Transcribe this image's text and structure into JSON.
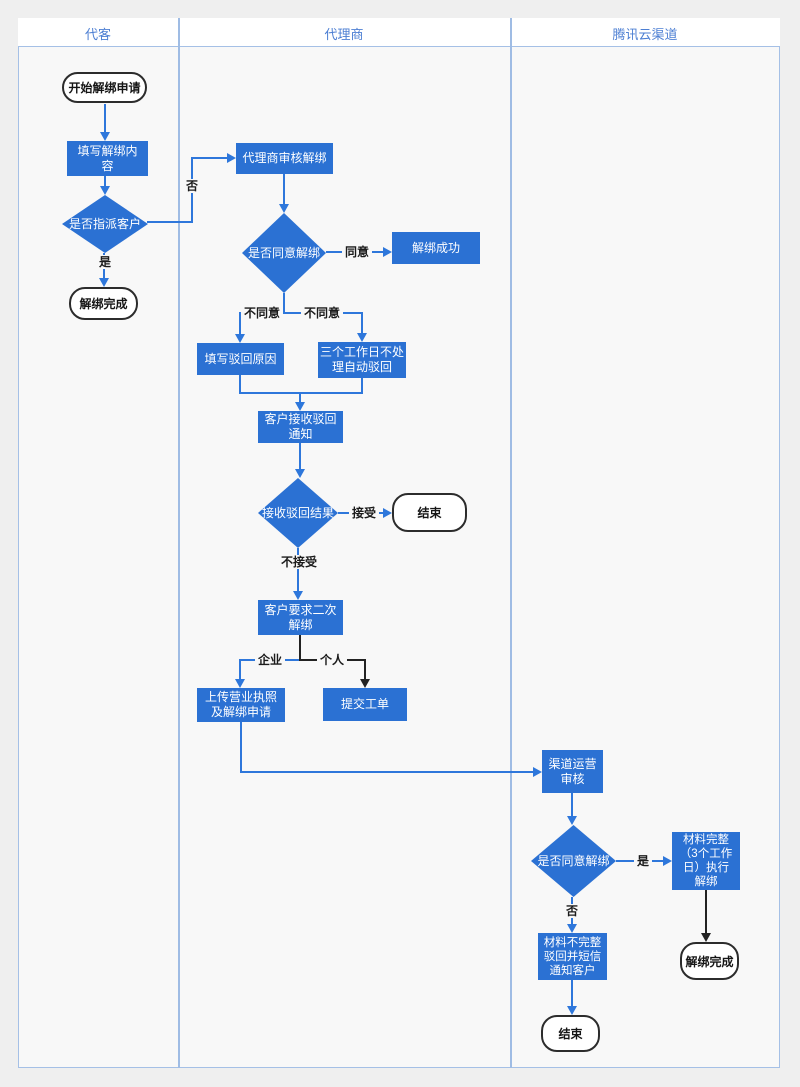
{
  "header": {
    "lanes": [
      "代客",
      "代理商",
      "腾讯云渠道"
    ]
  },
  "nodes": {
    "start": "开始解绑申请",
    "fill_content": "填写解绑内\n容",
    "assign_decision": "是否指派客户",
    "unbind_done_1": "解绑完成",
    "agent_review": "代理商审核解绑",
    "agree_decision_1": "是否同意解绑",
    "unbind_success": "解绑成功",
    "fill_reject_reason": "填写驳回原因",
    "auto_reject": "三个工作日不处\n理自动驳回",
    "receive_reject_notice": "客户接收驳回\n通知",
    "reject_result_decision": "接收驳回结果",
    "end_1": "结束",
    "second_unbind": "客户要求二次\n解绑",
    "upload_license": "上传营业执照\n及解绑申请",
    "submit_ticket": "提交工单",
    "channel_review": "渠道运营\n审核",
    "agree_decision_2": "是否同意解绑",
    "material_complete": "材料完整\n（3个工作\n日）执行\n解绑",
    "unbind_done_2": "解绑完成",
    "material_incomplete": "材料不完整\n驳回并短信\n通知客户",
    "end_2": "结束"
  },
  "edge_labels": {
    "no1": "否",
    "yes1": "是",
    "agree": "同意",
    "disagree_l": "不同意",
    "disagree_r": "不同意",
    "accept": "接受",
    "not_accept": "不接受",
    "enterprise": "企业",
    "personal": "个人",
    "yes2": "是",
    "no2": "否"
  },
  "colors": {
    "shape_blue": "#2b71d3",
    "line_blue": "#2e77db",
    "line_black": "#222222",
    "table_border": "#a5c0e6",
    "header_text": "#4d7fd3",
    "lane_bg": "#f8f8f8"
  }
}
